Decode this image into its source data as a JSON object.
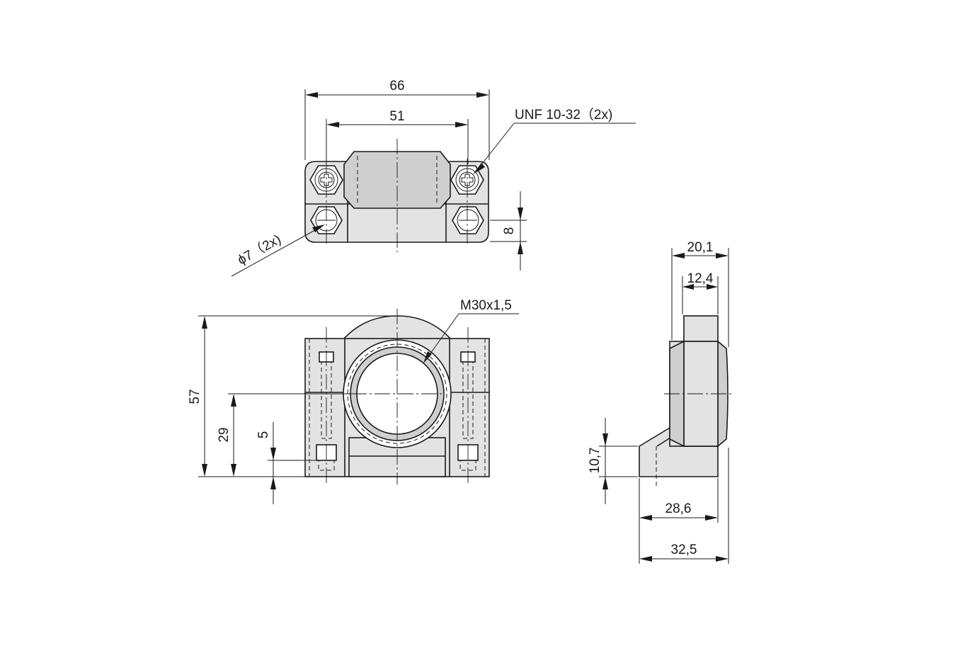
{
  "drawing": {
    "dimensions": {
      "top_width_overall": "66",
      "top_hole_spacing": "51",
      "thread_callout": "UNF 10-32（2x)",
      "hole_callout": "ϕ7（2x)",
      "top_offset": "8",
      "bore_thread": "M30x1,5",
      "front_height": "57",
      "front_center_height": "29",
      "front_base": "5",
      "side_top_width": "20,1",
      "side_collar_width": "12,4",
      "side_foot_height": "10,7",
      "side_depth_inner": "28,6",
      "side_depth_overall": "32,5"
    },
    "colors": {
      "line": "#1a1a1a",
      "body": "#e3e3e3",
      "shade": "#cfcfcf"
    }
  }
}
